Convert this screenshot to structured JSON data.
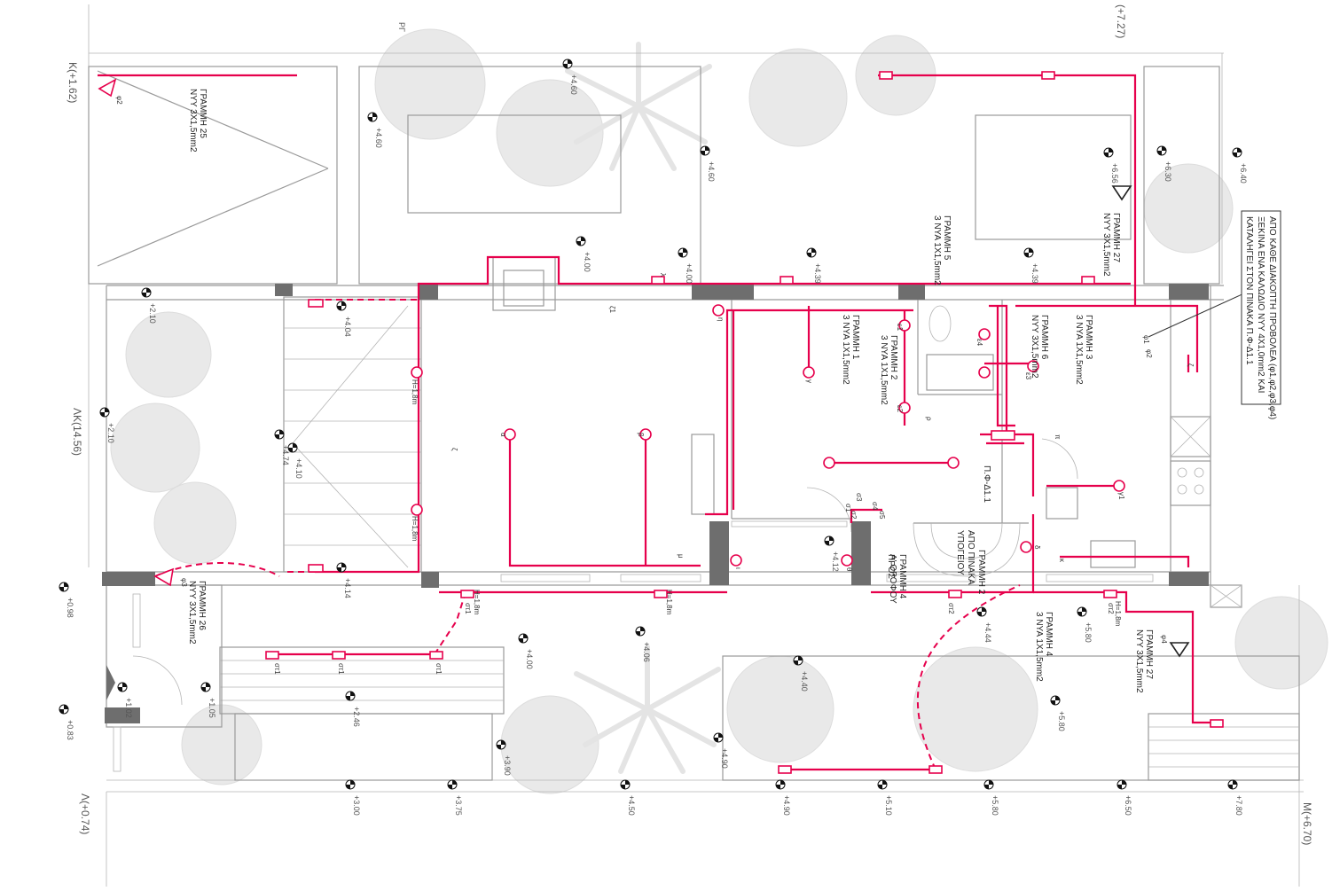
{
  "grid_labels": [
    {
      "id": "k",
      "text": "K(+1.62)"
    },
    {
      "id": "lk",
      "text": "ΛΚ(14.56)"
    },
    {
      "id": "l",
      "text": "Λ(+0.74)"
    },
    {
      "id": "m",
      "text": "M(+6.70)"
    },
    {
      "id": "top",
      "text": "(+7.27)"
    },
    {
      "id": "rg",
      "text": "ΡΓ"
    }
  ],
  "elevations": [
    "+4.60",
    "+4.60",
    "+4.60",
    "+6.56",
    "+6.30",
    "+6.40",
    "+4.00",
    "+4.00",
    "+4.39",
    "+4.39",
    "+2.10",
    "+2.10",
    "+4.04",
    "+4.10",
    "+4.74",
    "+4.14",
    "+0.98",
    "+1.02",
    "+1.05",
    "+0.83",
    "+2.46",
    "+4.00",
    "+4.06",
    "+4.40",
    "+4.44",
    "+4.90",
    "+5.80",
    "+5.80",
    "+3.90",
    "+3.00",
    "+3.75",
    "+4.50",
    "+4.90",
    "+5.10",
    "+5.80",
    "+6.50",
    "+7.80",
    "+4.12"
  ],
  "circuits": [
    {
      "id": "g25",
      "title": "ΓΡΑΜΜΗ 25",
      "cable": "NYY 3X1,5mm2"
    },
    {
      "id": "g27a",
      "title": "ΓΡΑΜΜΗ 27",
      "cable": "NYY 3X1,5mm2"
    },
    {
      "id": "g5",
      "title": "ΓΡΑΜΜΗ 5",
      "cable": "3 NYA 1X1,5mm2"
    },
    {
      "id": "g1",
      "title": "ΓΡΑΜΜΗ 1",
      "cable": "3 NYA 1X1,5mm2"
    },
    {
      "id": "g2",
      "title": "ΓΡΑΜΜΗ 2",
      "cable": "3 NYA 1X1,5mm2"
    },
    {
      "id": "g6",
      "title": "ΓΡΑΜΜΗ 6",
      "cable": "NYY 3X1,5mm2"
    },
    {
      "id": "g3",
      "title": "ΓΡΑΜΜΗ 3",
      "cable": "3 NYA 1X1,5mm2"
    },
    {
      "id": "g26",
      "title": "ΓΡΑΜΜΗ 26",
      "cable": "NYY 3X1,5mm2"
    },
    {
      "id": "g4a",
      "title": "ΓΡΑΜΜΗ 4",
      "cable": "Α' ΟΡΟΦΟΥ"
    },
    {
      "id": "g4b",
      "title": "ΓΡΑΜΜΗ 4",
      "cable": "3 NYA 1X1,5mm2"
    },
    {
      "id": "g27b",
      "title": "ΓΡΑΜΜΗ 27",
      "cable": "NYY 3X1,5mm2"
    }
  ],
  "extra_labels": {
    "pros": "ΠΡΟΣ",
    "apo": "ΑΠΟ ΠΙΝΑΚΑ",
    "ypogeio": "ΥΠΟΓΕΙΟΥ",
    "gr2": "ΓΡΑΜΜΗ 2",
    "panel": "Π.Φ-Δ1.1",
    "h18": "H=1,8m",
    "h18b": "H=1,8m",
    "h18c": "H=1,8m",
    "h18d": "H=1,8m",
    "h18e": "H=1,8m"
  },
  "fixtures": [
    "φ2",
    "φ3",
    "φ4",
    "φ1",
    "φ2",
    "σ1",
    "σ2",
    "σ3",
    "σ4",
    "σ5",
    "στ1",
    "στ1",
    "στ1",
    "στ1",
    "στ2",
    "στ2",
    "ε1",
    "ε2",
    "ε3",
    "ε4",
    "ζ",
    "ζ1",
    "α",
    "β",
    "γ",
    "γ1",
    "δ",
    "ι",
    "θ",
    "η",
    "κ",
    "ζ",
    "π",
    "ρ",
    "μ",
    "λ"
  ],
  "note": {
    "line1": "ΑΠΟ ΚΑΘΕ ΔΙΑΚΟΠΤΗ ΠΡΟΒΟΛΕΑ (φ1,φ2,φ3,φ4)",
    "line2": "ΞΕΚΙΝΑ ΕΝΑ ΚΑΛΩΔΙΟ NYY 4X1,0mm2 ΚΑΙ",
    "line3": "ΚΑΤΑΛΗΓΕΙ ΣΤΟΝ ΠΙΝΑΚΑ Π.Φ-Δ1.1"
  }
}
